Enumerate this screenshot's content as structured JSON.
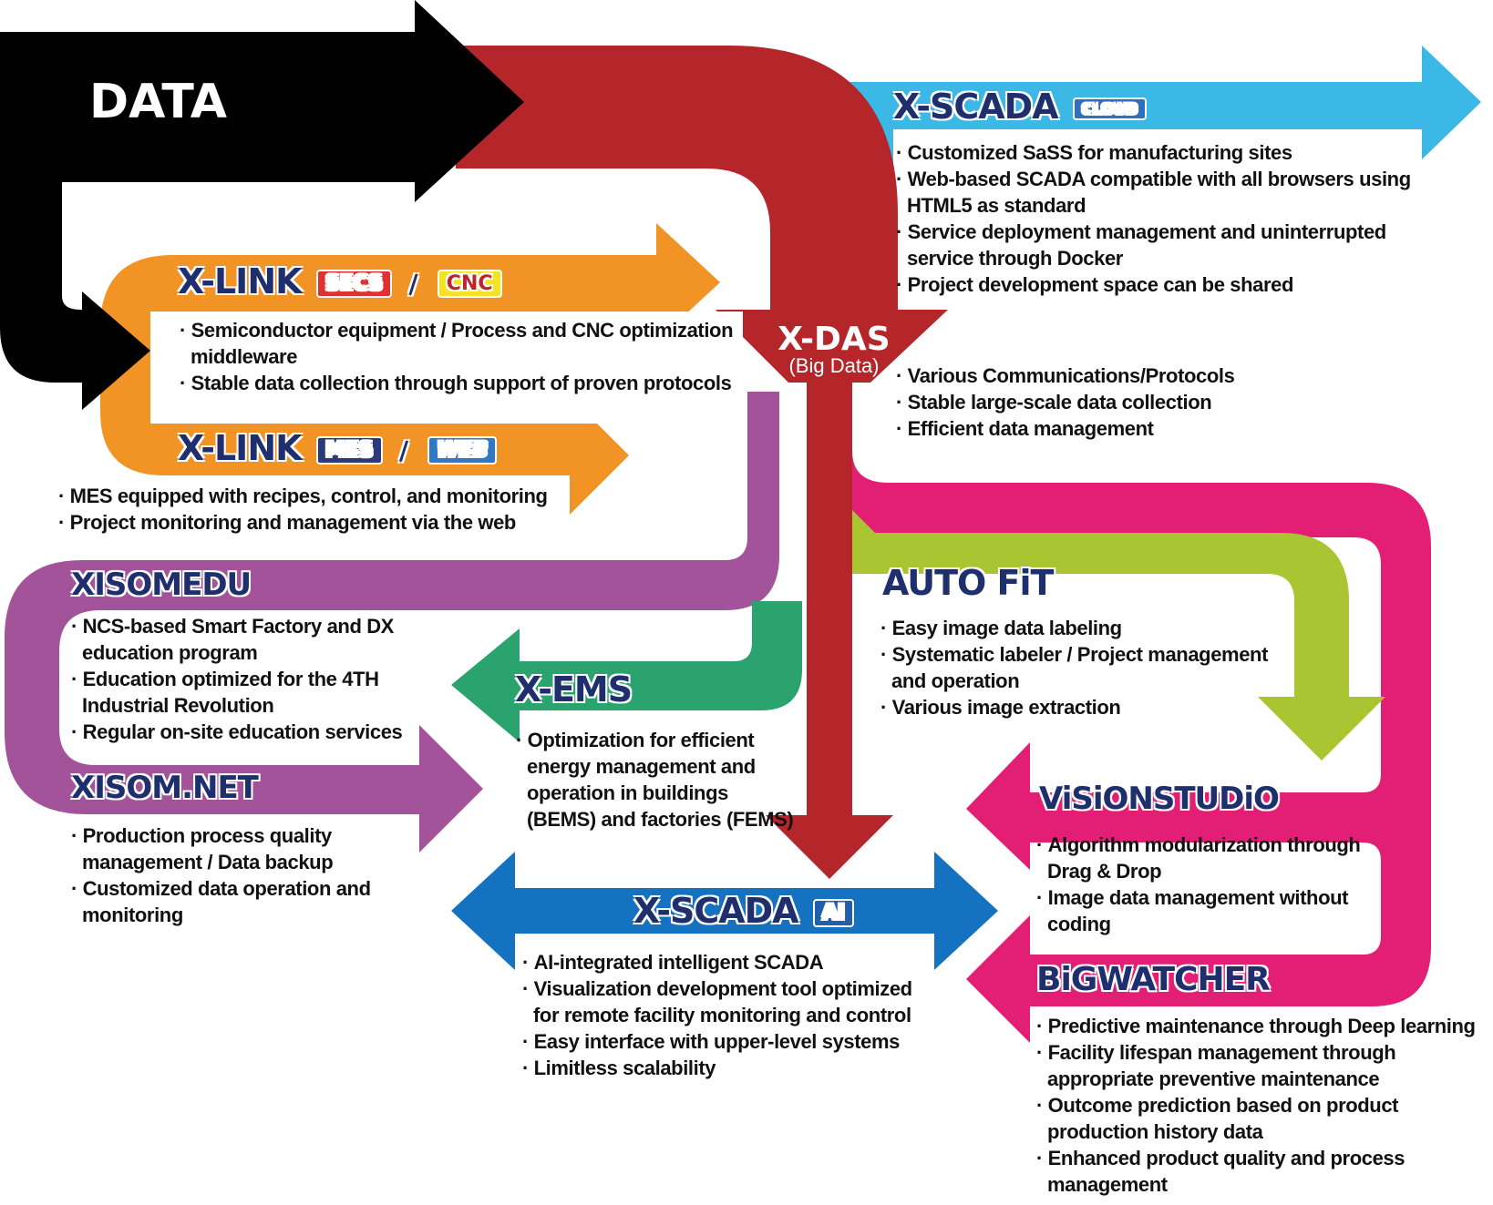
{
  "colors": {
    "data": "#000000",
    "xdas": "#b5262b",
    "scada_cloud": "#3cb8e6",
    "xlink": "#f29325",
    "xisom": "#a3539a",
    "xems": "#2ba36f",
    "autofit": "#a9c532",
    "vision": "#e21f74",
    "scada_ai": "#1572c0",
    "title_text": "#1f2f6e"
  },
  "data_title": "DATA",
  "xdas": {
    "name": "X-DAS",
    "sub": "(Big Data)",
    "bullets": [
      "Various Communications/Protocols",
      "Stable large-scale data collection",
      "Efficient data management"
    ]
  },
  "scada_cloud": {
    "name": "X-SCADA",
    "badge": "CLOUD",
    "bullets": [
      "Customized SaSS for manufacturing sites",
      "Web-based SCADA compatible with all browsers using HTML5 as standard",
      "Service deployment management and uninterrupted service through Docker",
      "Project development space can be shared"
    ]
  },
  "xlink_secs": {
    "name": "X-LINK",
    "badge1": "SECS",
    "sep": "/",
    "badge2": "CNC",
    "bullets": [
      "Semiconductor equipment / Process and CNC optimization middleware",
      "Stable data collection through support of proven protocols"
    ]
  },
  "xlink_mes": {
    "name": "X-LINK",
    "badge1": "MES",
    "sep": "/",
    "badge2": "WEB",
    "bullets": [
      "MES equipped with recipes, control, and monitoring",
      "Project monitoring and management via the web"
    ]
  },
  "xisomedu": {
    "name": "XISOMEDU",
    "bullets": [
      "NCS-based Smart Factory and DX education program",
      "Education optimized for the 4TH Industrial Revolution",
      "Regular on-site education services"
    ]
  },
  "xisomnet": {
    "name": "XISOM.NET",
    "bullets": [
      "Production process quality management / Data backup",
      "Customized data operation and monitoring"
    ]
  },
  "xems": {
    "name": "X-EMS",
    "bullets": [
      "Optimization for efficient energy management and operation in buildings (BEMS) and factories (FEMS)"
    ]
  },
  "autofit": {
    "name": "AUTO FiT",
    "bullets": [
      "Easy image data labeling",
      "Systematic labeler / Project management and operation",
      "Various image extraction"
    ]
  },
  "visionstudio": {
    "name": "ViSiONSTUDiO",
    "bullets": [
      "Algorithm modularization through Drag & Drop",
      "Image data management without coding"
    ]
  },
  "scada_ai": {
    "name": "X-SCADA",
    "badge": "AI",
    "bullets": [
      "AI-integrated intelligent SCADA",
      "Visualization development tool optimized for remote facility monitoring and control",
      "Easy interface with upper-level systems",
      "Limitless scalability"
    ]
  },
  "bigwatcher": {
    "name": "BiGWATCHER",
    "bullets": [
      "Predictive maintenance through Deep learning",
      "Facility lifespan management through appropriate preventive maintenance",
      "Outcome prediction based on product production history data",
      "Enhanced product quality and process management"
    ]
  }
}
